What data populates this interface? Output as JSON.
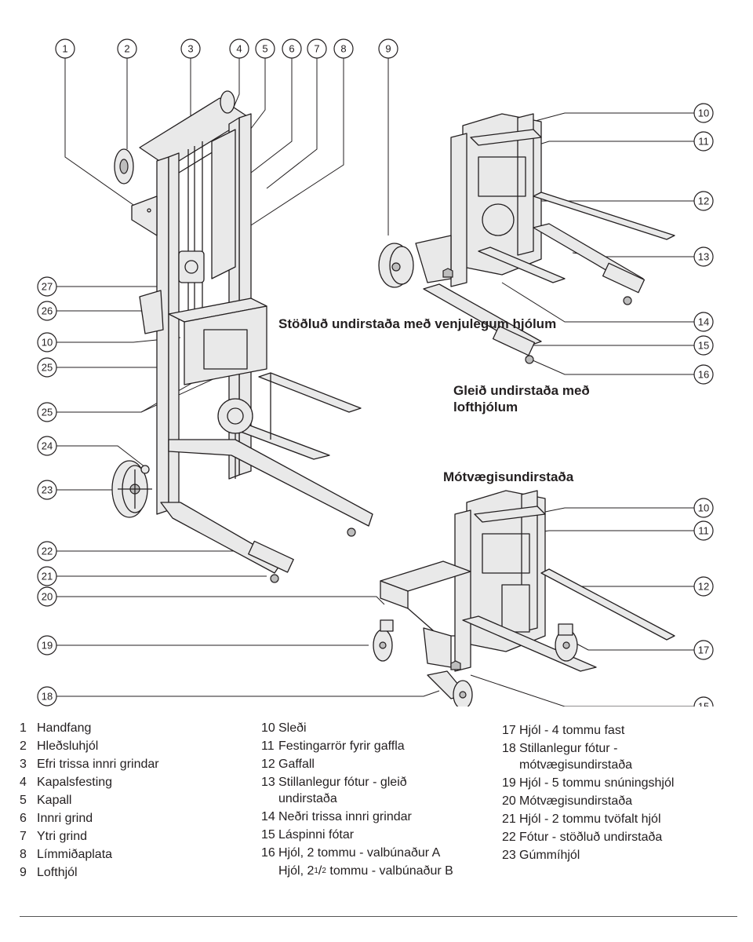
{
  "captions": {
    "standard": "Stöðluð undirstaða með venjulegum hjólum",
    "wide": "Gleið undirstaða með lofthjólum",
    "counterweight": "Mótvægisundirstaða"
  },
  "callouts": [
    "1",
    "2",
    "3",
    "4",
    "5",
    "6",
    "7",
    "8",
    "9",
    "10",
    "11",
    "12",
    "13",
    "14",
    "15",
    "16",
    "17",
    "18",
    "19",
    "20",
    "21",
    "22",
    "23",
    "24",
    "25",
    "26",
    "27"
  ],
  "legend": {
    "col1": [
      {
        "num": "1",
        "text": "Handfang"
      },
      {
        "num": "2",
        "text": "Hleðsluhjól"
      },
      {
        "num": "3",
        "text": "Efri trissa innri grindar"
      },
      {
        "num": "4",
        "text": "Kapalsfesting"
      },
      {
        "num": "5",
        "text": "Kapall"
      },
      {
        "num": "6",
        "text": "Innri grind"
      },
      {
        "num": "7",
        "text": "Ytri grind"
      },
      {
        "num": "8",
        "text": "Límmiðaplata"
      },
      {
        "num": "9",
        "text": "Lofthjól"
      }
    ],
    "col2": [
      {
        "num": "10",
        "text": "Sleði"
      },
      {
        "num": "11",
        "text": "Festingarrör fyrir gaffla"
      },
      {
        "num": "12",
        "text": "Gaffall"
      },
      {
        "num": "13",
        "text": "Stillanlegur fótur - gleið undirstaða"
      },
      {
        "num": "14",
        "text": "Neðri trissa innri grindar"
      },
      {
        "num": "15",
        "text": "Láspinni fótar"
      },
      {
        "num": "16",
        "text": "Hjól, 2 tommu - valbúnaður A"
      }
    ],
    "col2_sub": {
      "prefix": "Hjól, 2",
      "sup": "1",
      "frac_sep": "/",
      "sub": "2",
      "suffix": " tommu - valbúnaður B"
    },
    "col3": [
      {
        "num": "17",
        "text": "Hjól - 4 tommu fast"
      },
      {
        "num": "18",
        "text": "Stillanlegur fótur - mótvægisundirstaða"
      },
      {
        "num": "19",
        "text": "Hjól - 5 tommu snúningshjól"
      },
      {
        "num": "20",
        "text": "Mótvægisundirstaða"
      },
      {
        "num": "21",
        "text": "Hjól - 2 tommu tvöfalt hjól"
      },
      {
        "num": "22",
        "text": "Fótur - stöðluð undirstaða"
      },
      {
        "num": "23",
        "text": "Gúmmíhjól"
      }
    ]
  }
}
